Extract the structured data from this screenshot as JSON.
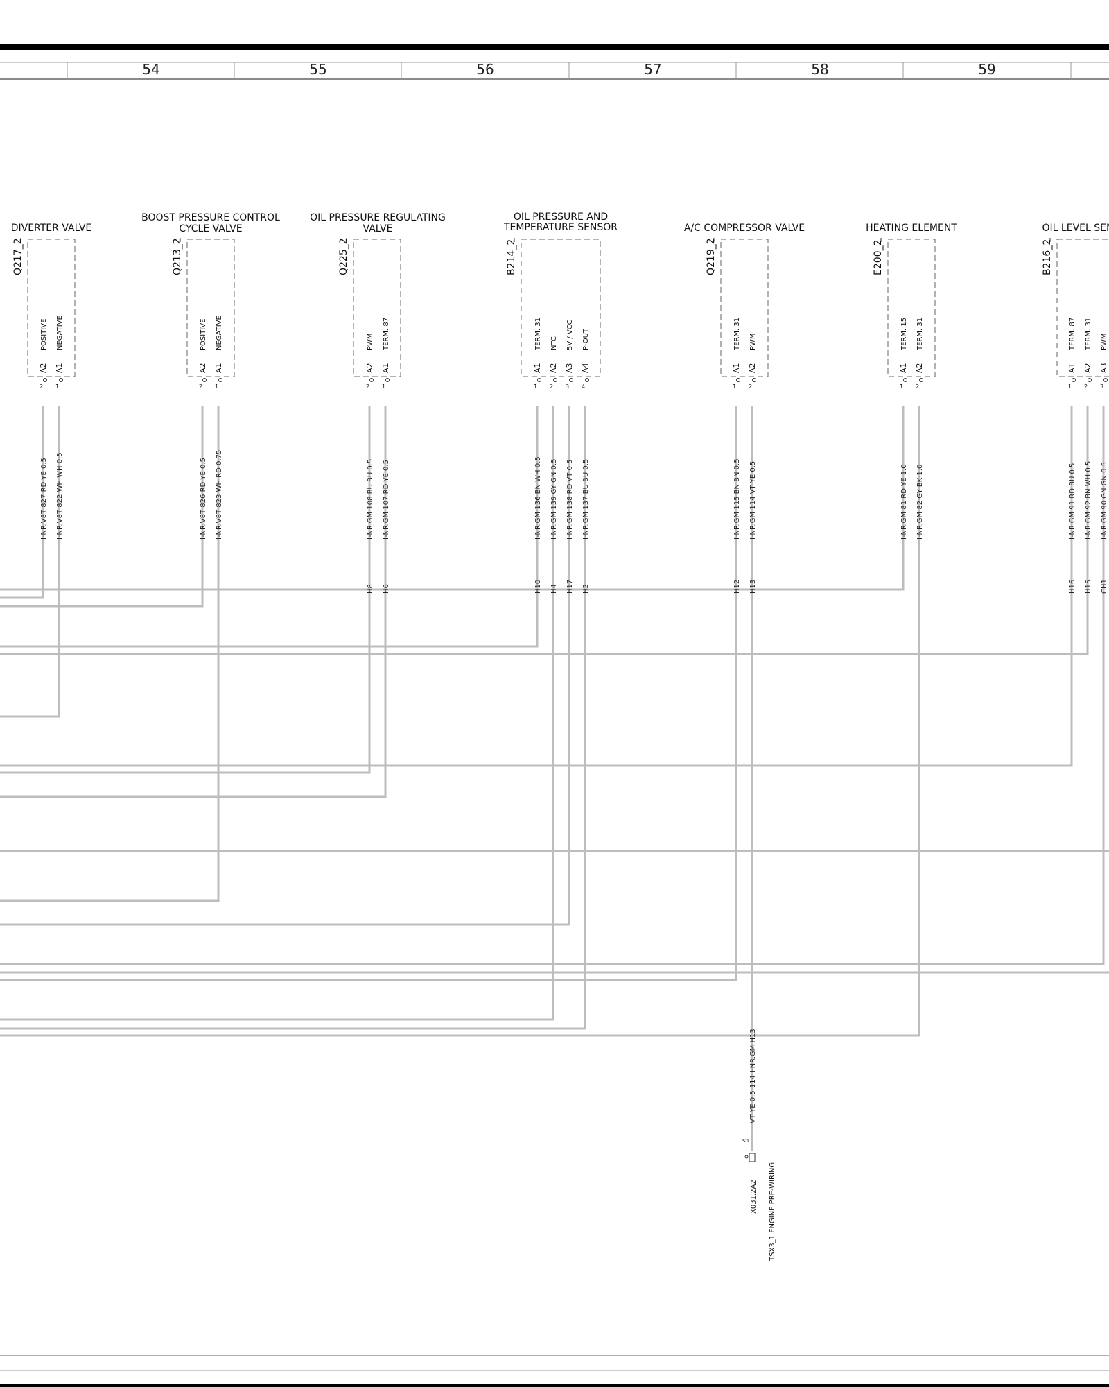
{
  "header": {
    "columns": [
      "54",
      "55",
      "56",
      "57",
      "58",
      "59"
    ]
  },
  "components": [
    {
      "title_lines": [
        "DIVERTER VALVE"
      ],
      "id": "Q217_2",
      "pins": [
        {
          "label": "POSITIVE",
          "id": "A2",
          "num": "2"
        },
        {
          "label": "NEGATIVE",
          "id": "A1",
          "num": "1"
        }
      ],
      "wires": [
        {
          "code": "I-NR.V8T 827 RD YE 0.5",
          "tag": ""
        },
        {
          "code": "I-NR.V8T 822 WH WH 0.5",
          "tag": ""
        }
      ]
    },
    {
      "title_lines": [
        "BOOST PRESSURE CONTROL",
        "CYCLE VALVE"
      ],
      "id": "Q213_2",
      "pins": [
        {
          "label": "POSITIVE",
          "id": "A2",
          "num": "2"
        },
        {
          "label": "NEGATIVE",
          "id": "A1",
          "num": "1"
        }
      ],
      "wires": [
        {
          "code": "I-NR.V8T 826 RD YE 0.5",
          "tag": ""
        },
        {
          "code": "I-NR.V8T 823 WH RD 0.75",
          "tag": ""
        }
      ]
    },
    {
      "title_lines": [
        "OIL PRESSURE REGULATING",
        "VALVE"
      ],
      "id": "Q225_2",
      "pins": [
        {
          "label": "PWM",
          "id": "A2",
          "num": "2"
        },
        {
          "label": "TERM. 87",
          "id": "A1",
          "num": "1"
        }
      ],
      "wires": [
        {
          "code": "I-NR.GM 108 BU BU 0.5",
          "tag": "H8"
        },
        {
          "code": "I-NR.GM 107 RD YE 0.5",
          "tag": "H6"
        }
      ]
    },
    {
      "title_lines": [
        "OIL PRESSURE AND",
        "TEMPERATURE SENSOR"
      ],
      "id": "B214_2",
      "pins": [
        {
          "label": "TERM. 31",
          "id": "A1",
          "num": "1"
        },
        {
          "label": "NTC",
          "id": "A2",
          "num": "2"
        },
        {
          "label": "5V / VCC",
          "id": "A3",
          "num": "3"
        },
        {
          "label": "P-OUT",
          "id": "A4",
          "num": "4"
        }
      ],
      "wires": [
        {
          "code": "I-NR.GM 136 BN WH 0.5",
          "tag": "H10"
        },
        {
          "code": "I-NR.GM 139 GY GN 0.5",
          "tag": "H4"
        },
        {
          "code": "I-NR.GM 138 RD VT 0.5",
          "tag": "H17"
        },
        {
          "code": "I-NR.GM 137 BU BU 0.5",
          "tag": "H2"
        }
      ]
    },
    {
      "title_lines": [
        "A/C COMPRESSOR VALVE"
      ],
      "id": "Q219_2",
      "pins": [
        {
          "label": "TERM. 31",
          "id": "A1",
          "num": "1"
        },
        {
          "label": "PWM",
          "id": "A2",
          "num": "2"
        }
      ],
      "wires": [
        {
          "code": "I-NR.GM 115 BN BN 0.5",
          "tag": "H12"
        },
        {
          "code": "I-NR.GM 114 VT YE 0.5",
          "tag": "H13"
        }
      ]
    },
    {
      "title_lines": [
        "HEATING ELEMENT"
      ],
      "id": "E200_2",
      "pins": [
        {
          "label": "TERM. 15",
          "id": "A1",
          "num": "1"
        },
        {
          "label": "TERM. 31",
          "id": "A2",
          "num": "2"
        }
      ],
      "wires": [
        {
          "code": "I-NR.GM 81 RD YE 1.0",
          "tag": ""
        },
        {
          "code": "I-NR.GM 82 GY BK 1.0",
          "tag": ""
        }
      ]
    },
    {
      "title_lines": [
        "OIL LEVEL SEN"
      ],
      "id": "B216_2",
      "pins": [
        {
          "label": "TERM. 87",
          "id": "A1",
          "num": "1"
        },
        {
          "label": "TERM. 31",
          "id": "A2",
          "num": "2"
        },
        {
          "label": "PWM",
          "id": "A3",
          "num": "3"
        }
      ],
      "wires": [
        {
          "code": "I-NR.GM 91 RD BU 0.5",
          "tag": "H16"
        },
        {
          "code": "I-NR.GM 92 BN WH 0.5",
          "tag": "H15"
        },
        {
          "code": "I-NR.GM 90 GN GN 0.5",
          "tag": "CH1"
        }
      ]
    }
  ],
  "connector": {
    "wire_code": "VT YE 0.5 114 I-NR.GM H13",
    "sn": "sn",
    "pin_label": "X031.2A2",
    "harness_label": "TSX3_1 ENGINE PRE-WIRING"
  }
}
